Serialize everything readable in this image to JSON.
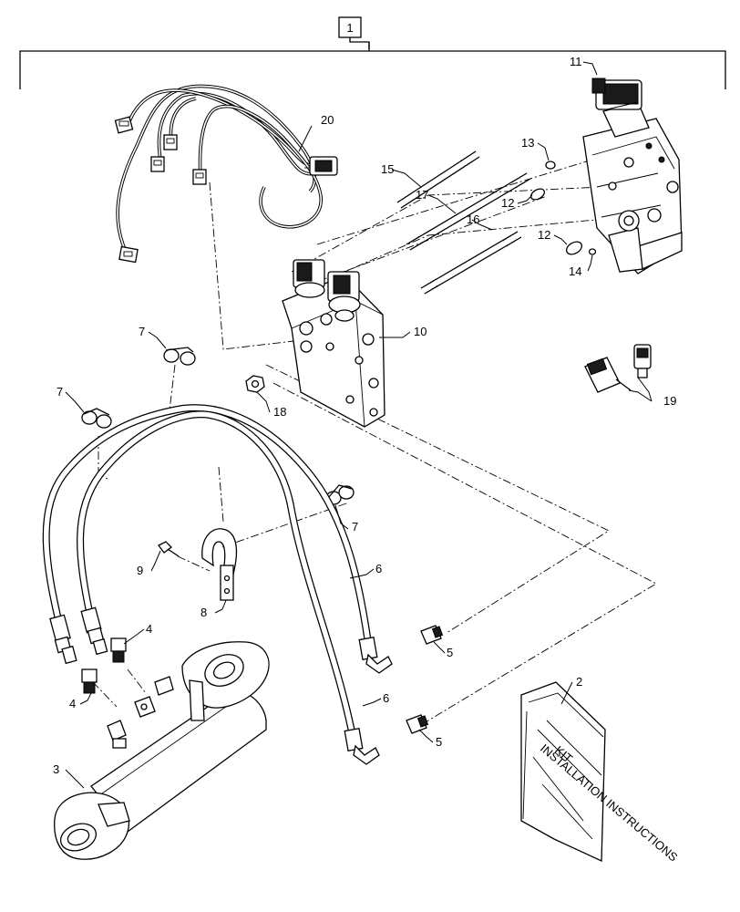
{
  "assembly_callout": "1",
  "callouts": {
    "c2": "2",
    "c3": "3",
    "c4a": "4",
    "c4b": "4",
    "c5a": "5",
    "c5b": "5",
    "c6a": "6",
    "c6b": "6",
    "c7a": "7",
    "c7b": "7",
    "c7c": "7",
    "c8": "8",
    "c9": "9",
    "c10": "10",
    "c11": "11",
    "c12a": "12",
    "c12b": "12",
    "c13": "13",
    "c14": "14",
    "c15": "15",
    "c16": "16",
    "c17": "17",
    "c18": "18",
    "c19": "19",
    "c20": "20"
  },
  "manual_cover": {
    "line1": "KIT",
    "line2": "INSTALLATION INSTRUCTIONS"
  },
  "colors": {
    "ink": "#000000",
    "paper": "#ffffff",
    "shade": "#d9d9d9"
  }
}
